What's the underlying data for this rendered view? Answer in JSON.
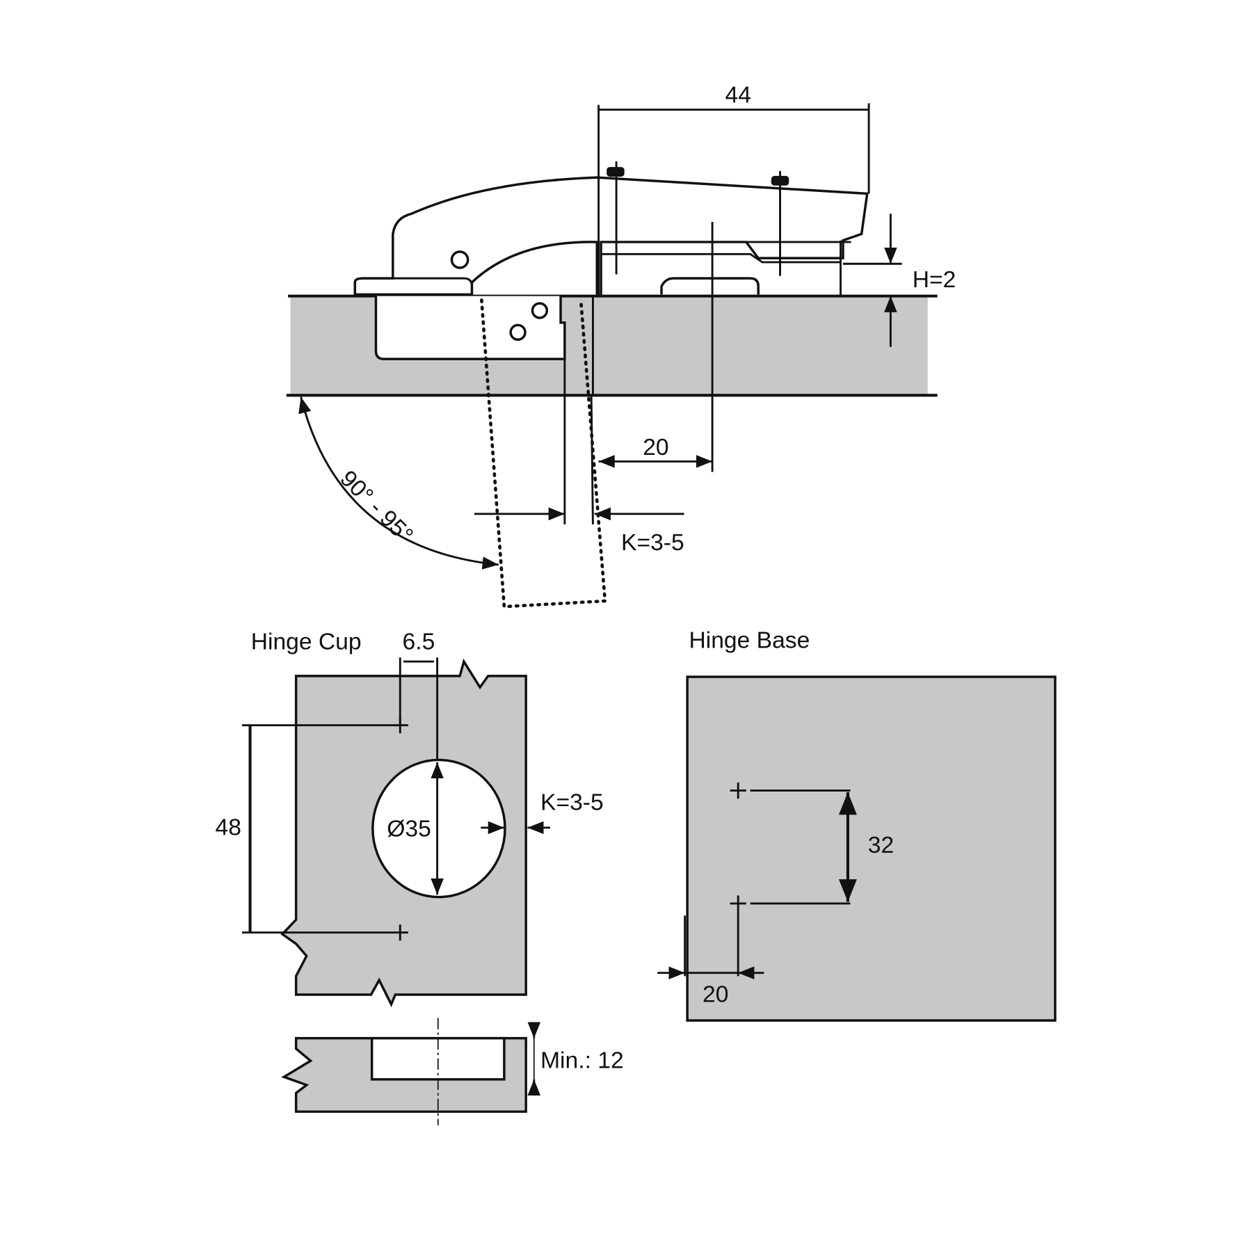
{
  "side_view": {
    "dim_width": "44",
    "dim_height": "H=2",
    "dim_offset": "20",
    "dim_overlay": "K=3-5",
    "opening_angle": "90° - 95°"
  },
  "hinge_cup": {
    "title": "Hinge Cup",
    "dim_edge": "6.5",
    "dim_spacing": "48",
    "dim_diameter": "Ø35",
    "dim_overlay": "K=3-5",
    "dim_min_thickness": "Min.: 12"
  },
  "hinge_base": {
    "title": "Hinge Base",
    "dim_spacing": "32",
    "dim_edge": "20"
  },
  "colors": {
    "panel": "#c8c8c8",
    "line": "#111111"
  }
}
